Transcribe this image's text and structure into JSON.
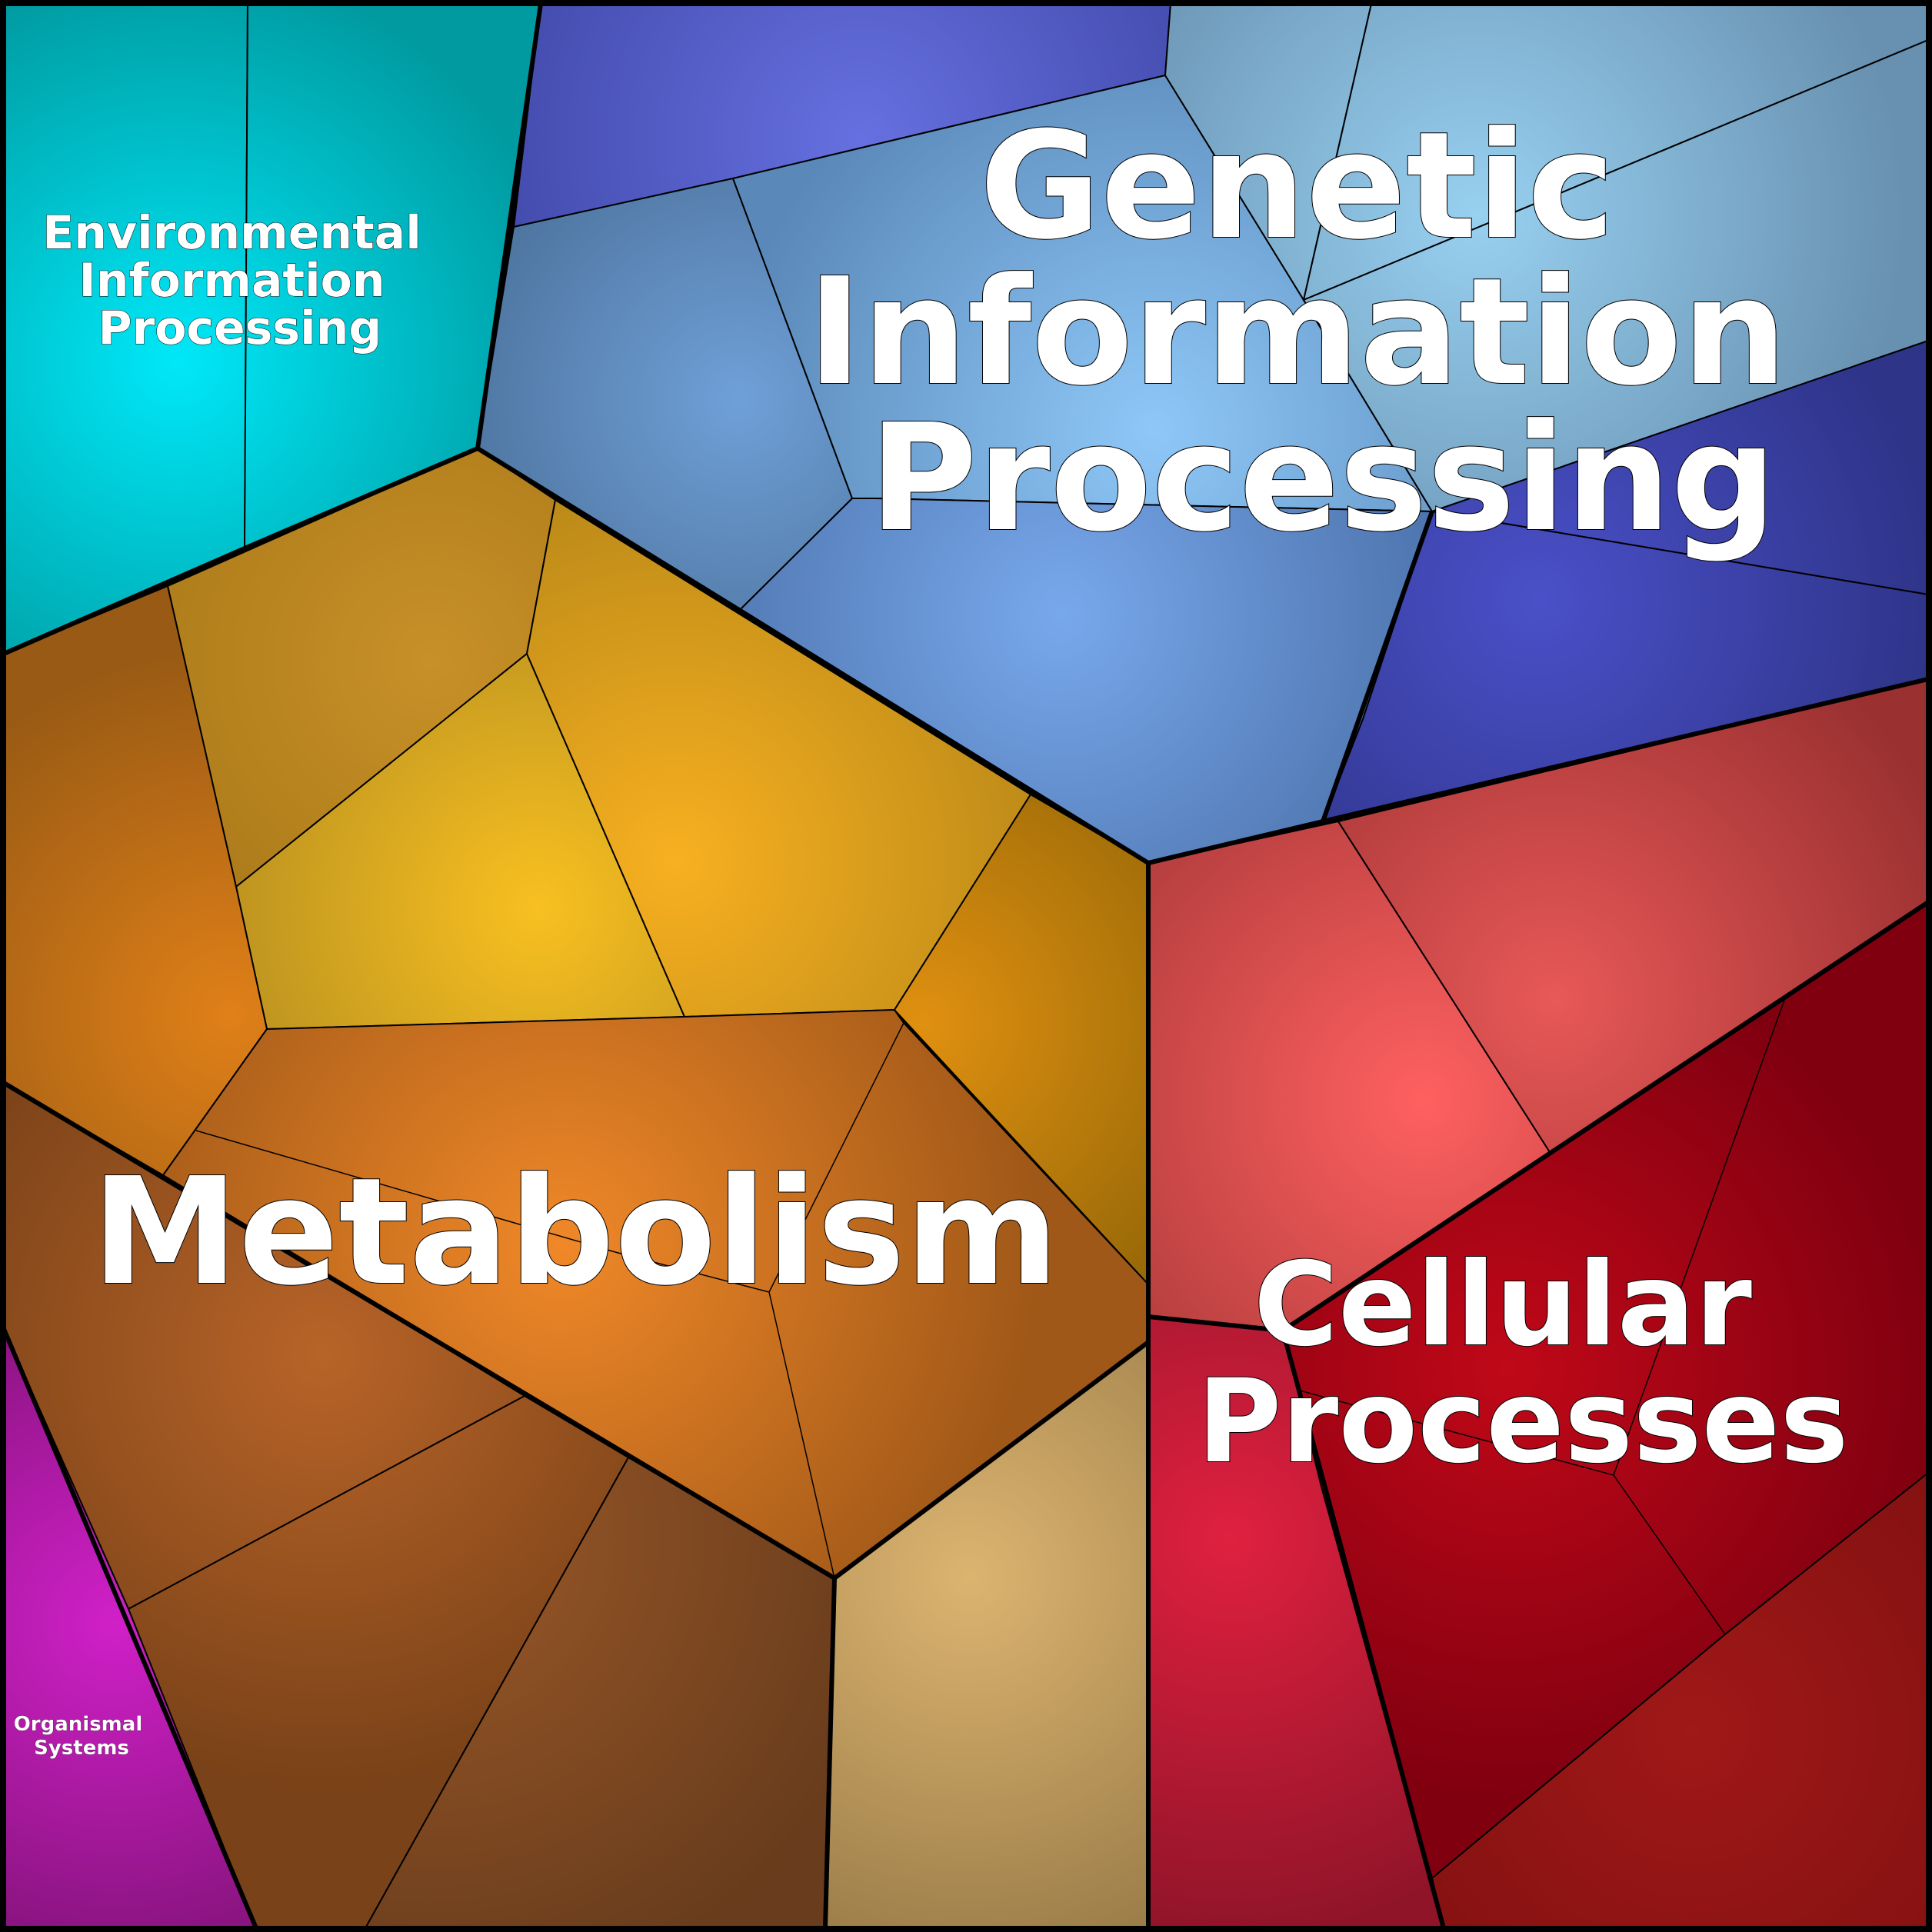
{
  "diagram": {
    "categories": [
      {
        "key": "metabolism",
        "label_lines": [
          "Metabolism"
        ],
        "color": "#e8901e"
      },
      {
        "key": "genetic",
        "label_lines": [
          "Genetic",
          "Information",
          "Processing"
        ],
        "color": "#6aa8e8"
      },
      {
        "key": "cellular",
        "label_lines": [
          "Cellular",
          "Processes"
        ],
        "color": "#c8102e"
      },
      {
        "key": "environmental",
        "label_lines": [
          "Environmental",
          "Information",
          "Processing"
        ],
        "color": "#00c8d8"
      },
      {
        "key": "organismal",
        "label_lines": [
          "Organismal",
          "Systems"
        ],
        "color": "#c020b8"
      }
    ]
  }
}
